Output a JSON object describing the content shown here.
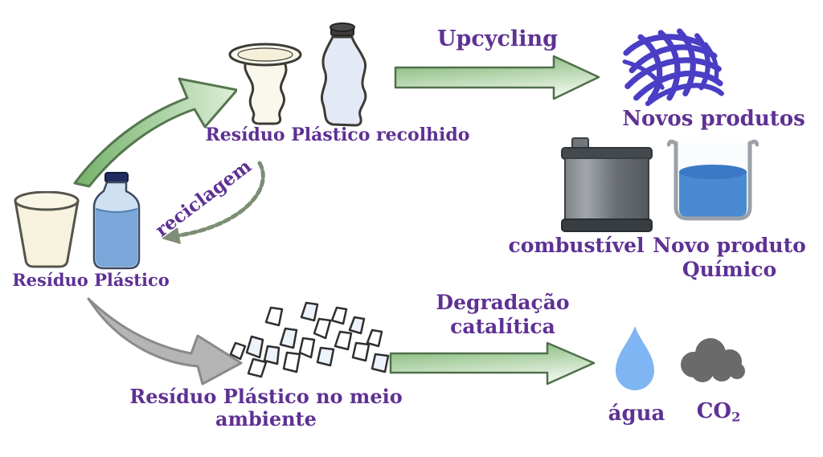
{
  "diagram": {
    "background": "#ffffff",
    "text_color": "#5e3193",
    "labels": {
      "plastic_waste": "Resíduo Plástico",
      "recycling": "reciclagem",
      "collected": "Resíduo Plástico recolhido",
      "upcycling": "Upcycling",
      "new_products": "Novos produtos",
      "fuel": "combustível",
      "new_chemical_line1": "Novo produto",
      "new_chemical_line2": "Químico",
      "environment": "Resíduo Plástico no meio ambiente",
      "degradation_line1": "Degradação",
      "degradation_line2": "catalítica",
      "water": "água",
      "co2_formula": "CO",
      "co2_subscript": "2"
    },
    "colors": {
      "arrow_green_dark": "#74b269",
      "arrow_green_light": "#e9f3e5",
      "arrow_gray_fill": "#b5b5b5",
      "arrow_gray_stroke": "#8a8a8a",
      "recycle_arrow": "#7d8e76",
      "cup_fill": "#f6f2dd",
      "crushed_cup_fill": "#faf7ec",
      "crushed_bottle_fill": "#e3e9f5",
      "bottle_body": "#cfe0f1",
      "bottle_water": "#7aa6d9",
      "bottle_cap": "#202c5e",
      "fiber_tangle": "#4a3ec5",
      "fuel_can_dark": "#44494e",
      "beaker_liquid": "#4a8ad2",
      "water_droplet": "#80b5f3",
      "co2_cloud": "#6a6a6a",
      "outline_dark": "#3b3b35"
    },
    "icons": [
      "cup-icon",
      "bottle-icon",
      "crushed-cup-icon",
      "crushed-bottle-icon",
      "curved-arrow-up-icon",
      "curved-arrow-down-icon",
      "recycle-curve-arrow-icon",
      "upcycling-arrow-icon",
      "degradation-arrow-icon",
      "fiber-tangle-icon",
      "fuel-can-icon",
      "beaker-icon",
      "plastic-fragments-icon",
      "water-drop-icon",
      "co2-cloud-icon"
    ]
  }
}
